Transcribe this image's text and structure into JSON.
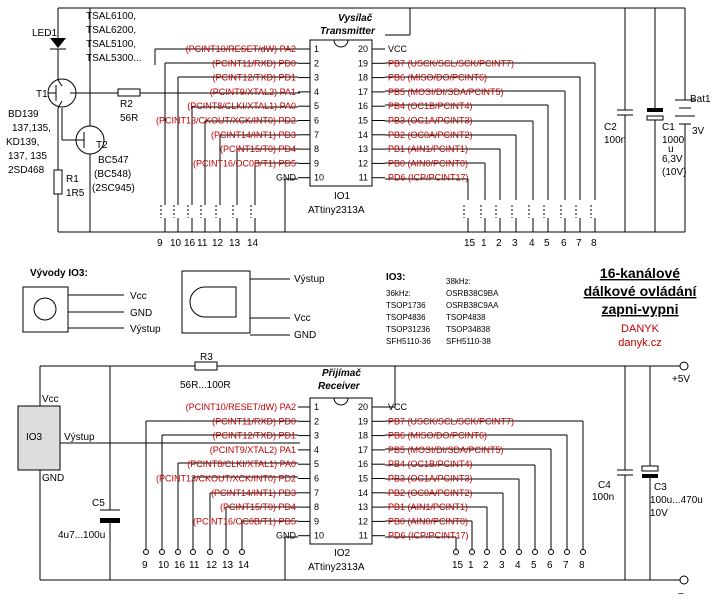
{
  "title": {
    "line1": "16-kanálové",
    "line2": "dálkové ovládání",
    "line3": "zapni-vypni",
    "author": "DANYK",
    "site": "danyk.cz"
  },
  "transmitter": {
    "title_cz": "Vysílač",
    "title_en": "Transmitter",
    "ic_ref": "IO1",
    "ic_part": "ATtiny2313A",
    "led_ref": "LED1",
    "led_parts": [
      "TSAL6100,",
      "TSAL6200,",
      "TSAL5100,",
      "TSAL5300..."
    ],
    "t1_ref": "T1",
    "t1_parts": [
      "BD139",
      "137,135,",
      "KD139,",
      "137, 135",
      "2SD468"
    ],
    "t2_ref": "T2",
    "t2_parts": [
      "BC547",
      "(BC548)",
      "(2SC945)"
    ],
    "r1": [
      "R1",
      "1R5"
    ],
    "r2": [
      "R2",
      "56R"
    ],
    "c2": [
      "C2",
      "100n"
    ],
    "c1": [
      "C1",
      "1000",
      "u",
      "6,3V",
      "(10V)"
    ],
    "bat": [
      "Bat1",
      "3V"
    ],
    "left_buttons": [
      "9",
      "10",
      "16",
      "11",
      "12",
      "13",
      "14"
    ],
    "right_buttons": [
      "15",
      "1",
      "2",
      "3",
      "4",
      "5",
      "6",
      "7",
      "8"
    ]
  },
  "receiver": {
    "title_cz": "Přijímač",
    "title_en": "Receiver",
    "ic_ref": "IO2",
    "ic_part": "ATtiny2313A",
    "r3": "R3",
    "r3_val": "56R...100R",
    "vplus": "+5V",
    "c4": [
      "C4",
      "100n"
    ],
    "c3": [
      "C3",
      "100u...470u",
      "10V"
    ],
    "c5": [
      "C5",
      "4u7...100u"
    ],
    "io3": "IO3",
    "io3_pins": [
      "Vcc",
      "Výstup",
      "GND"
    ],
    "left_outputs": [
      "9",
      "10",
      "16",
      "11",
      "12",
      "13",
      "14"
    ],
    "right_outputs": [
      "15",
      "1",
      "2",
      "3",
      "4",
      "5",
      "6",
      "7",
      "8"
    ]
  },
  "pins_left": [
    {
      "label": "(PCINT10/RESET/dW) PA2",
      "num": "1"
    },
    {
      "label": "(PCINT11/RXD) PD0",
      "num": "2"
    },
    {
      "label": "(PCINT12/TXD) PD1",
      "num": "3"
    },
    {
      "label": "(PCINT9/XTAL2) PA1",
      "num": "4"
    },
    {
      "label": "(PCINT8/CLKI/XTAL1) PA0",
      "num": "5"
    },
    {
      "label": "(PCINT13/CKOUT/XCK/INT0) PD2",
      "num": "6"
    },
    {
      "label": "(PCINT14/INT1) PD3",
      "num": "7"
    },
    {
      "label": "(PCINT15/T0) PD4",
      "num": "8"
    },
    {
      "label": "(PCINT16/OC0B/T1) PD5",
      "num": "9"
    },
    {
      "label": "GND",
      "num": "10"
    }
  ],
  "pins_right": [
    {
      "label": "VCC",
      "num": "20"
    },
    {
      "label": "PB7 (USCK/SCL/SCK/PCINT7)",
      "num": "19"
    },
    {
      "label": "PB6 (MISO/DO/PCINT6)",
      "num": "18"
    },
    {
      "label": "PB5 (MOSI/DI/SDA/PCINT5)",
      "num": "17"
    },
    {
      "label": "PB4 (OC1B/PCINT4)",
      "num": "16"
    },
    {
      "label": "PB3 (OC1A/PCINT3)",
      "num": "15"
    },
    {
      "label": "PB2 (OC0A/PCINT2)",
      "num": "14"
    },
    {
      "label": "PB1 (AIN1/PCINT1)",
      "num": "13"
    },
    {
      "label": "PB0 (AIN0/PCINT0)",
      "num": "12"
    },
    {
      "label": "PD6 (ICP/PCINT17)",
      "num": "11"
    }
  ],
  "pinout": {
    "title": "Vývody IO3:",
    "labels": [
      "Vcc",
      "GND",
      "Výstup"
    ],
    "side_labels": [
      "Výstup",
      "Vcc",
      "GND"
    ]
  },
  "io3_table": {
    "title": "IO3:",
    "col1_head": "36kHz:",
    "col1": [
      "TSOP1736",
      "TSOP4836",
      "TSOP31236",
      "SFH5110-36"
    ],
    "col2_head": "38kHz:",
    "col2": [
      "OSRB38C9BA",
      "OSRB38C9AA",
      "TSOP4838",
      "TSOP34838",
      "SFH5110-38"
    ]
  },
  "colors": {
    "pin_label": "#c00000",
    "line": "#000000"
  }
}
